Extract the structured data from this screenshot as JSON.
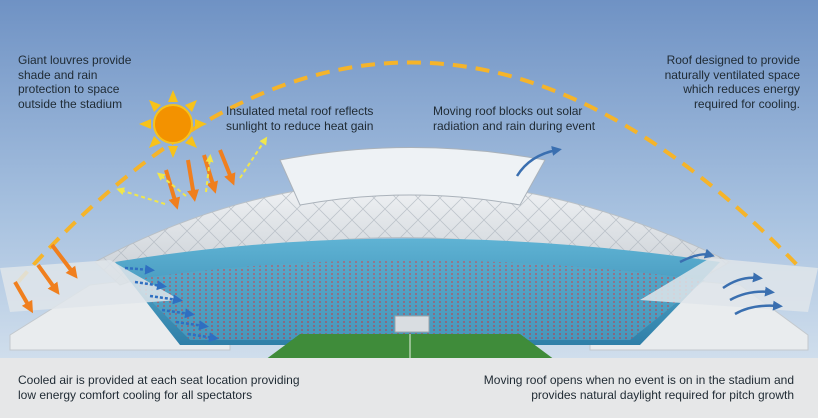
{
  "colors": {
    "sky_top": "#6f92c4",
    "sky_bottom": "#c3d5e8",
    "sun": "#f39200",
    "heat_arrow": "#f07f1e",
    "reflect_arrow": "#f1e64a",
    "air_arrow": "#2f6fc1",
    "vent_arrow": "#3a6fb0",
    "sun_path": "#f5b42a",
    "pitch": "#3f8c3a",
    "seats": "#4aa7c9",
    "bottom_bar": "#e6e7e8",
    "text": "#1f2a33"
  },
  "callouts": {
    "louvres": [
      "Giant louvres provide",
      "shade and rain",
      "protection to space",
      "outside the stadium"
    ],
    "insulated": [
      "Insulated metal roof reflects",
      "sunlight to reduce heat gain"
    ],
    "moving_closed": [
      "Moving roof blocks out solar",
      "radiation and rain during event"
    ],
    "ventilated": [
      "Roof designed to provide",
      "naturally ventilated space",
      "which reduces energy",
      "required for cooling."
    ],
    "cooled_air": [
      "Cooled air is provided at each seat location providing",
      "low energy comfort cooling for all spectators"
    ],
    "moving_open": [
      "Moving roof opens when no event is on in the stadium and",
      "provides natural daylight required for pitch growth"
    ]
  },
  "icons": {
    "sun": "sun-icon",
    "heat": "solar-heat-arrow-icon",
    "reflect": "reflected-light-arrow-icon",
    "air": "cooled-air-arrow-icon",
    "vent": "ventilation-arrow-icon"
  }
}
